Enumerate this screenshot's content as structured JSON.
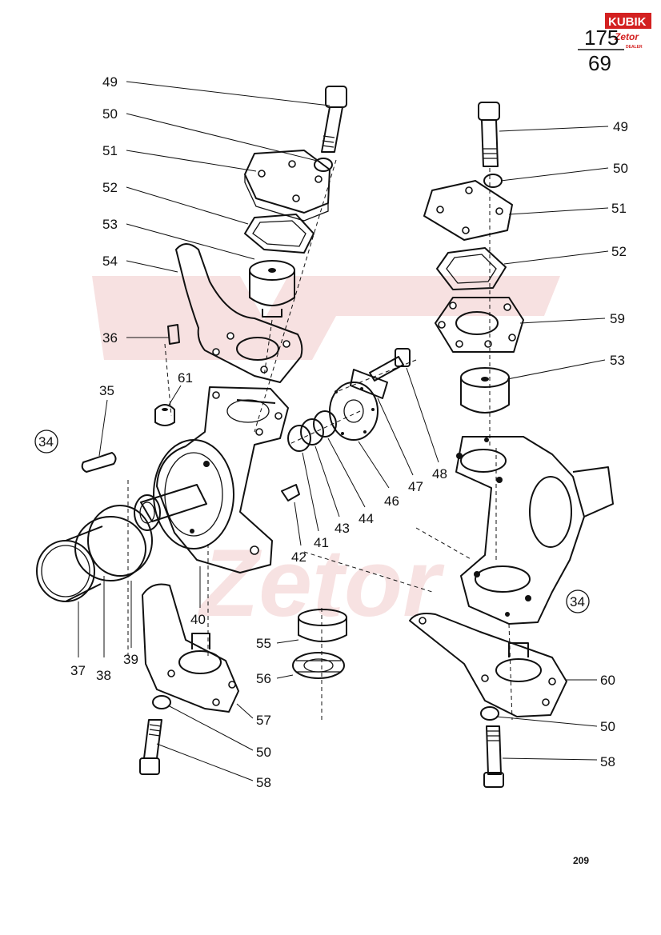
{
  "header": {
    "sheet_number": "175",
    "sheet_total": "69"
  },
  "logo": {
    "brand": "KUBIK",
    "subbrand": "Zetor",
    "tagline": "DEALER"
  },
  "page_number": "209",
  "callouts": {
    "c49a": "49",
    "c50a": "50",
    "c51a": "51",
    "c52a": "52",
    "c53a": "53",
    "c54": "54",
    "c36": "36",
    "c35": "35",
    "c61": "61",
    "c34a": "34",
    "c37": "37",
    "c38": "38",
    "c39": "39",
    "c40": "40",
    "c41": "41",
    "c42": "42",
    "c43": "43",
    "c44": "44",
    "c46": "46",
    "c47": "47",
    "c48": "48",
    "c55": "55",
    "c56": "56",
    "c57": "57",
    "c50b": "50",
    "c58a": "58",
    "c49b": "49",
    "c50c": "50",
    "c51b": "51",
    "c52b": "52",
    "c59": "59",
    "c53b": "53",
    "c34b": "34",
    "c60": "60",
    "c50d": "50",
    "c58b": "58"
  },
  "colors": {
    "ink": "#111111",
    "watermark": "#f5d9d9",
    "logo_red": "#d32020"
  }
}
